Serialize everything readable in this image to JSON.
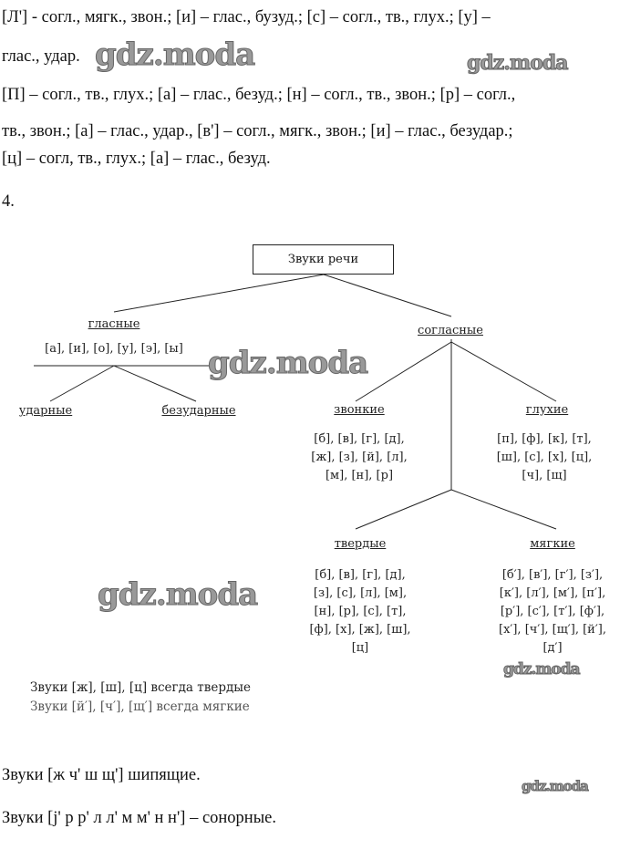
{
  "text_lines": [
    "[Л'] - согл., мягк., звон.; [и] – глас., бузуд.; [с] – согл., тв., глух.; [у] –",
    "глас., удар.",
    "[П] – согл., тв., глух.; [а] – глас., безуд.; [н] – согл., тв., звон.; [р] – согл.,",
    "тв., звон.; [а] – глас., удар., [в'] – согл., мягк., звон.; [и] – глас., безудар.;",
    "[ц] – согл, тв., глух.; [а] – глас., безуд."
  ],
  "task_number": "4.",
  "diagram": {
    "root": "Звуки речи",
    "vowels": {
      "label": "гласные",
      "list": "[а], [и], [о], [у], [э], [ы]",
      "stressed": "ударные",
      "unstressed": "безударные"
    },
    "consonants": {
      "label": "согласные",
      "voiced": {
        "label": "звонкие",
        "lines": [
          "[б], [в], [г], [д],",
          "[ж], [з], [й], [л],",
          "[м], [н], [р]"
        ]
      },
      "voiceless": {
        "label": "глухие",
        "lines": [
          "[п], [ф], [к], [т],",
          "[ш], [с], [х], [ц],",
          "[ч], [щ]"
        ]
      },
      "hard": {
        "label": "твердые",
        "lines": [
          "[б], [в], [г], [д],",
          "[з], [с], [л], [м],",
          "[н], [р], [с], [т],",
          "[ф], [х], [ж], [ш],",
          "[ц]"
        ]
      },
      "soft": {
        "label": "мягкие",
        "lines": [
          "[б′], [в′], [г′], [з′],",
          "[к′], [л′], [м′], [п′],",
          "[р′], [с′], [т′], [ф′],",
          "[х′], [ч′], [щ′], [й′],",
          "[д′]"
        ]
      }
    },
    "notes": [
      "Звуки [ж], [ш], [ц] всегда твердые",
      "Звуки [й′], [ч′], [щ′] всегда мягкие"
    ]
  },
  "bottom_lines": [
    "Звуки [ж ч' ш щ']    шипящие.",
    "Звуки [j' р р' л л' м м' н н'] – сонорные."
  ],
  "watermark": "gdz.moda"
}
